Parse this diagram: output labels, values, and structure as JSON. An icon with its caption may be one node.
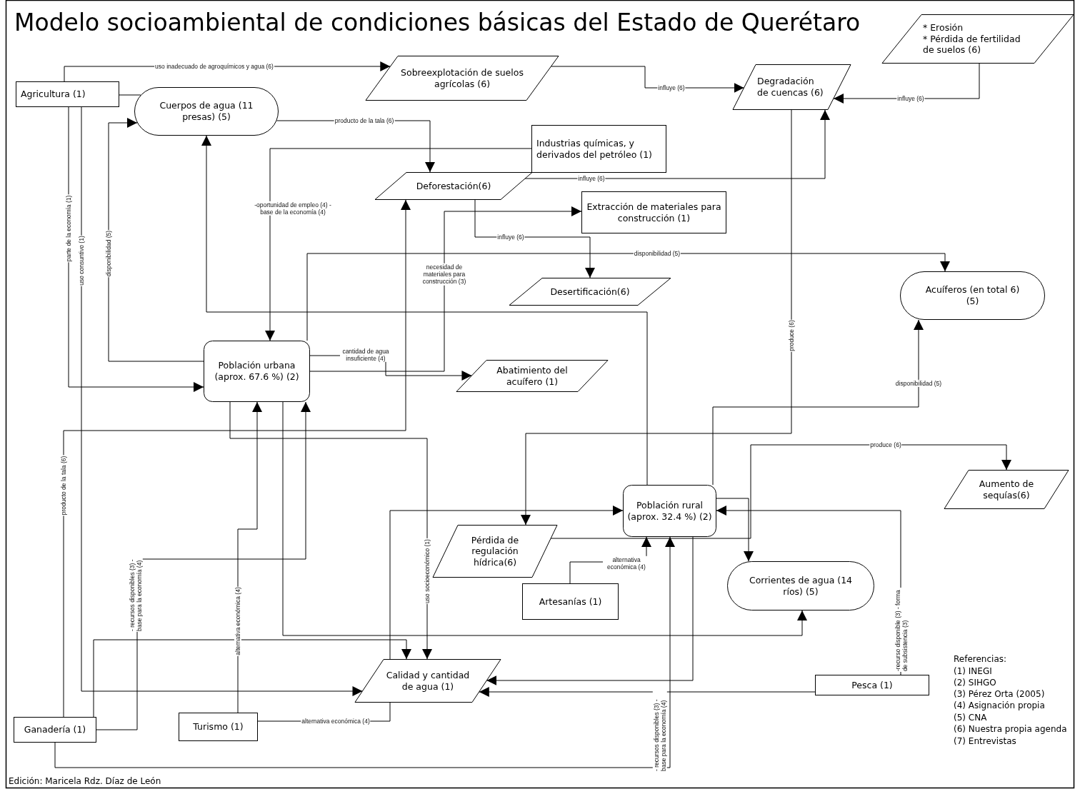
{
  "diagram": {
    "title": "Modelo socioambiental de condiciones básicas del Estado de Querétaro",
    "nodes": [
      {
        "text": [
          "Agricultura (1)"
        ]
      },
      {
        "text": [
          "Cuerpos de agua  (11 presas) (5)"
        ]
      },
      {
        "text": [
          "Sobreexplotación de suelos agrícolas (6)"
        ]
      },
      {
        "text": [
          "Degradación de cuencas (6)"
        ]
      },
      {
        "text": [
          "* Erosión",
          "* Pérdida de fertilidad de suelos (6)"
        ]
      },
      {
        "text": [
          "Industrias químicas, y derivados del petróleo (1)"
        ]
      },
      {
        "text": [
          "Deforestación(6)"
        ]
      },
      {
        "text": [
          "Extracción de materiales para construcción (1)"
        ]
      },
      {
        "text": [
          "Desertificación(6)"
        ]
      },
      {
        "text": [
          "Acuíferos (en total 6) (5)"
        ]
      },
      {
        "text": [
          "Población urbana (aprox. 67.6 %) (2)"
        ]
      },
      {
        "text": [
          "Abatimiento del acuífero (1)"
        ]
      },
      {
        "text": [
          "Población rural (aprox. 32.4 %) (2)"
        ]
      },
      {
        "text": [
          "Pérdida de regulación hídrica(6)"
        ]
      },
      {
        "text": [
          "Aumento de sequías(6)"
        ]
      },
      {
        "text": [
          "Artesanías (1)"
        ]
      },
      {
        "text": [
          "Corrientes de agua (14 ríos) (5)"
        ]
      },
      {
        "text": [
          "Calidad y cantidad de agua (1)"
        ]
      },
      {
        "text": [
          "Pesca (1)"
        ]
      },
      {
        "text": [
          "Ganadería (1)"
        ]
      },
      {
        "text": [
          "Turismo (1)"
        ]
      }
    ],
    "edges": [
      {
        "from": 0,
        "to": 2,
        "arrow": "to",
        "label": "uso inadecuado de agroquímicos y agua (6)"
      },
      {
        "from": 0,
        "to": 1,
        "arrow": "none"
      },
      {
        "from": 0,
        "to": 10,
        "arrow": "to",
        "label": "parte de la economía (1)"
      },
      {
        "from": 0,
        "to": 17,
        "arrow": "to",
        "label": "uso consuntivo (1)"
      },
      {
        "from": 10,
        "to": 1,
        "arrow": "to",
        "label": "disponibilidad (5)"
      },
      {
        "from": 1,
        "to": 6,
        "arrow": "to",
        "label": "producto de la tala (6)"
      },
      {
        "from": 5,
        "to": 10,
        "arrow": "to",
        "label": "-oportunidad de empleo (4) -base de la economía (4)"
      },
      {
        "from": 2,
        "to": 3,
        "arrow": "to",
        "label": "influye (6)"
      },
      {
        "from": 4,
        "to": 3,
        "arrow": "to",
        "label": "influye (6)"
      },
      {
        "from": 6,
        "to": 3,
        "arrow": "to",
        "label": "influye (6)"
      },
      {
        "from": 6,
        "to": 8,
        "arrow": "to",
        "label": "influye (6)"
      },
      {
        "from": 10,
        "to": 9,
        "arrow": "to",
        "label": "disponibilidad (5)"
      },
      {
        "from": 12,
        "to": 1,
        "arrow": "to"
      },
      {
        "from": 10,
        "to": 7,
        "arrow": "to",
        "label": "necesidad de materiales para construcción (3)"
      },
      {
        "from": 10,
        "to": 11,
        "arrow": "to",
        "label": "cantidad de agua insuficiente (4)"
      },
      {
        "from": 19,
        "to": 6,
        "arrow": "to",
        "label": "producto de la tala (6)"
      },
      {
        "from": 10,
        "to": 17,
        "arrow": "to",
        "label": "uso socioeconómico (1)"
      },
      {
        "from": 10,
        "to": 16,
        "arrow": "to"
      },
      {
        "from": 20,
        "to": 10,
        "arrow": "to",
        "label": "alternativa económica (4)"
      },
      {
        "from": 19,
        "to": 10,
        "arrow": "to",
        "label": "- recursos disponibles (3) - base para la economía (4)"
      },
      {
        "from": 19,
        "to": 17,
        "arrow": "to"
      },
      {
        "from": 19,
        "to": 12,
        "arrow": "to",
        "label": "- recursos disponibles (3) - base para la economía (4)"
      },
      {
        "from": 20,
        "to": 17,
        "arrow": "none",
        "label": "alternativa económica (4)"
      },
      {
        "from": 17,
        "to": 12,
        "arrow": "to"
      },
      {
        "from": 12,
        "to": 17,
        "arrow": "to"
      },
      {
        "from": 18,
        "to": 17,
        "arrow": "to"
      },
      {
        "from": 18,
        "to": 12,
        "arrow": "to",
        "label": "-recurso disponible (3) - forma de subsistencia (3)"
      },
      {
        "from": 15,
        "to": 12,
        "arrow": "to",
        "label": "alternativa económica (4)"
      },
      {
        "from": 3,
        "to": 13,
        "arrow": "to",
        "label": "produce (6)"
      },
      {
        "from": 12,
        "to": 9,
        "arrow": "to",
        "label": "disponibilidad (5)"
      },
      {
        "from": 12,
        "to": 16,
        "arrow": "to"
      },
      {
        "from": 13,
        "to": 14,
        "arrow": "to",
        "label": "produce (6)"
      }
    ],
    "labels": [
      "Referencias:",
      "(1) INEGI",
      "(2) SIHGO",
      "(3) Pérez Orta (2005)",
      "(4) Asignación propia",
      "(5) CNA",
      "(6) Nuestra propia agenda",
      "(7) Entrevistas",
      "Edición: Maricela Rdz. Díaz de León"
    ]
  }
}
